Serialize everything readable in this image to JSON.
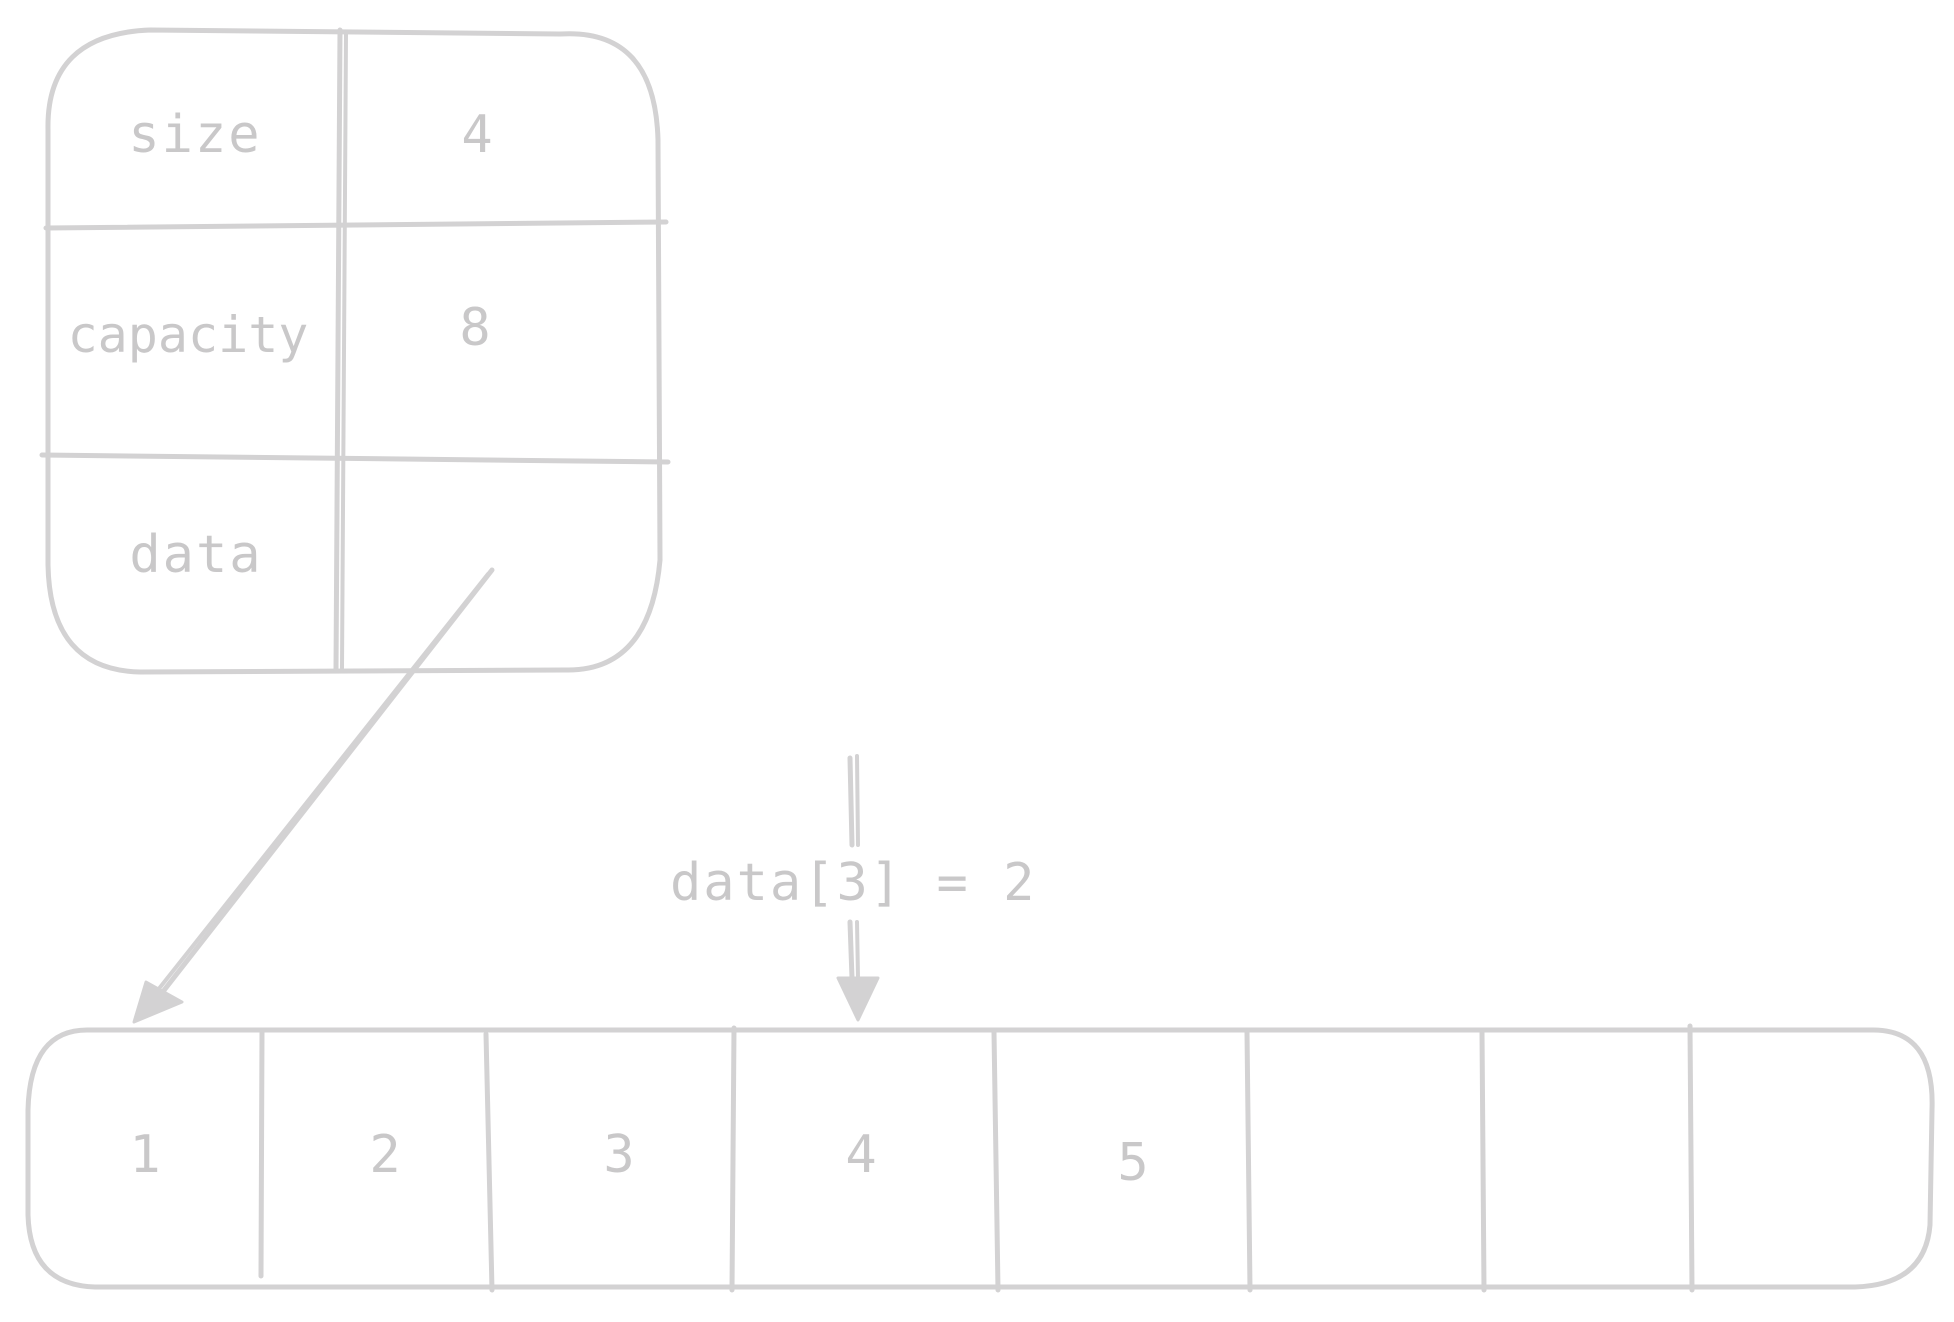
{
  "struct": {
    "fields": [
      {
        "name": "size",
        "value": "4"
      },
      {
        "name": "capacity",
        "value": "8"
      },
      {
        "name": "data",
        "value": ""
      }
    ]
  },
  "array": {
    "cells": [
      "1",
      "2",
      "3",
      "4",
      "5",
      "",
      "",
      ""
    ]
  },
  "annotation": {
    "label": "data[3] = 2"
  },
  "colors": {
    "stroke": "#d3d2d3",
    "text": "#c9c8c9",
    "background": "#ffffff"
  }
}
